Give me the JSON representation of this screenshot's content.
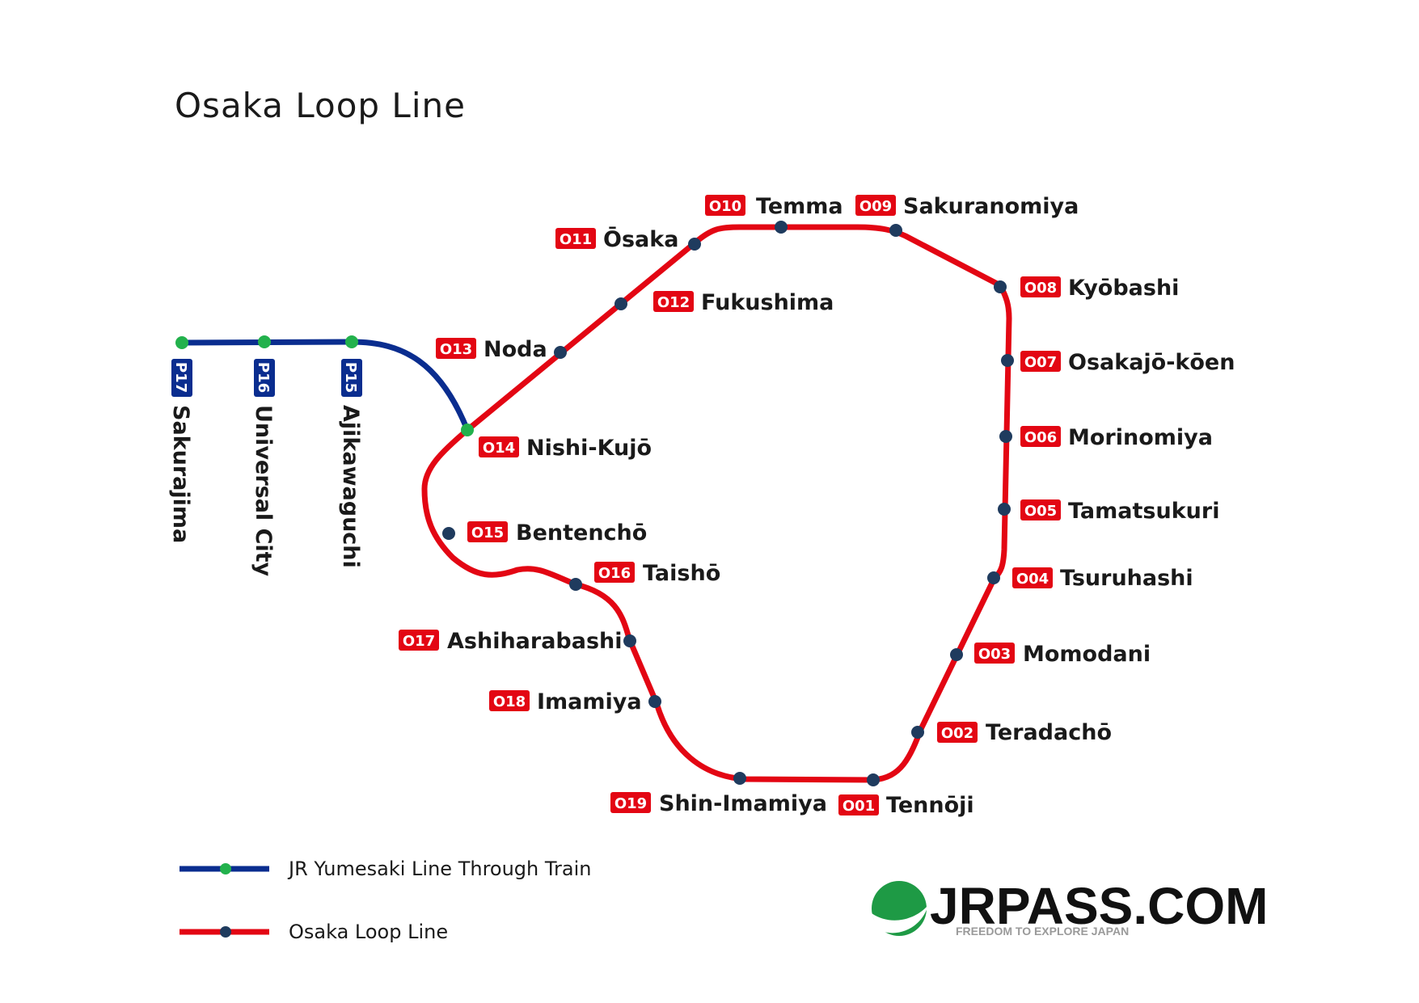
{
  "title": "Osaka Loop Line",
  "colors": {
    "loop": "#e30613",
    "yumesaki": "#0a2d8f",
    "loop_station": "#1f3b5e",
    "yumesaki_station": "#22b14c",
    "logo_green": "#1e9a45"
  },
  "loop_stations": [
    {
      "code": "O01",
      "name": "Tennōji"
    },
    {
      "code": "O02",
      "name": "Teradachō"
    },
    {
      "code": "O03",
      "name": "Momodani"
    },
    {
      "code": "O04",
      "name": "Tsuruhashi"
    },
    {
      "code": "O05",
      "name": "Tamatsukuri"
    },
    {
      "code": "O06",
      "name": "Morinomiya"
    },
    {
      "code": "O07",
      "name": "Osakajō-kōen"
    },
    {
      "code": "O08",
      "name": "Kyōbashi"
    },
    {
      "code": "O09",
      "name": "Sakuranomiya"
    },
    {
      "code": "O10",
      "name": "Temma"
    },
    {
      "code": "O11",
      "name": "Ōsaka"
    },
    {
      "code": "O12",
      "name": "Fukushima"
    },
    {
      "code": "O13",
      "name": "Noda"
    },
    {
      "code": "O14",
      "name": "Nishi-Kujō"
    },
    {
      "code": "O15",
      "name": "Bentenchō"
    },
    {
      "code": "O16",
      "name": "Taishō"
    },
    {
      "code": "O17",
      "name": "Ashiharabashi"
    },
    {
      "code": "O18",
      "name": "Imamiya"
    },
    {
      "code": "O19",
      "name": "Shin-Imamiya"
    }
  ],
  "yumesaki_stations": [
    {
      "code": "P17",
      "name": "Sakurajima"
    },
    {
      "code": "P16",
      "name": "Universal City"
    },
    {
      "code": "P15",
      "name": "Ajikawaguchi"
    }
  ],
  "legend": {
    "yumesaki_label": "JR Yumesaki Line Through Train",
    "loop_label": "Osaka Loop Line"
  },
  "logo": {
    "text": "JRPASS.COM",
    "tagline": "FREEDOM TO EXPLORE JAPAN"
  }
}
